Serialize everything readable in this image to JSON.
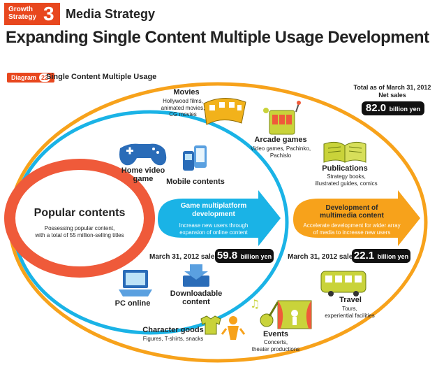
{
  "header": {
    "badge_label": "Growth Strategy",
    "badge_number": "3",
    "section_title": "Media Strategy",
    "main_title": "Expanding Single Content Multiple Usage Development"
  },
  "diagram": {
    "tag_label": "Diagram",
    "tag_number": "22",
    "title": "Single Content Multiple Usage"
  },
  "net_sales": {
    "label_line1": "Total as of March 31, 2012",
    "label_line2": "Net sales",
    "value": "82.0",
    "unit": "billion yen"
  },
  "core": {
    "title": "Popular contents",
    "desc_line1": "Possessing popular content,",
    "desc_line2": "with a total of 55 million-selling titles"
  },
  "game": {
    "title_line1": "Game multiplatform",
    "title_line2": "development",
    "desc_line1": "Increase new users through",
    "desc_line2": "expansion of online content",
    "sales_label": "March 31, 2012 sales",
    "sales_value": "59.8",
    "sales_unit": "billion yen"
  },
  "multimedia": {
    "title_line1": "Development of",
    "title_line2": "multimedia content",
    "desc_line1": "Accelerate development for wider array",
    "desc_line2": "of media to increase new users",
    "sales_label": "March 31, 2012 sales",
    "sales_value": "22.1",
    "sales_unit": "billion yen"
  },
  "items": {
    "home_video_line1": "Home video",
    "home_video_line2": "game",
    "mobile": "Mobile contents",
    "pc": "PC online",
    "download_line1": "Downloadable",
    "download_line2": "content",
    "movies_title": "Movies",
    "movies_line1": "Hollywood films,",
    "movies_line2": "animated movies,",
    "movies_line3": "CG movies",
    "arcade_title": "Arcade games",
    "arcade_line1": "Video games, Pachinko,",
    "arcade_line2": "Pachislo",
    "pub_title": "Publications",
    "pub_line1": "Strategy books,",
    "pub_line2": "illustrated guides, comics",
    "travel_title": "Travel",
    "travel_line1": "Tours,",
    "travel_line2": "experiential facilities",
    "events_title": "Events",
    "events_line1": "Concerts,",
    "events_line2": "theater productions",
    "char_title": "Character goods",
    "char_line1": "Figures, T-shirts, snacks"
  },
  "colors": {
    "orange_ring": "#f7a21b",
    "blue_ring": "#1ab3e6",
    "red_ring": "#ef5a3a",
    "accent_red": "#e8471e"
  }
}
